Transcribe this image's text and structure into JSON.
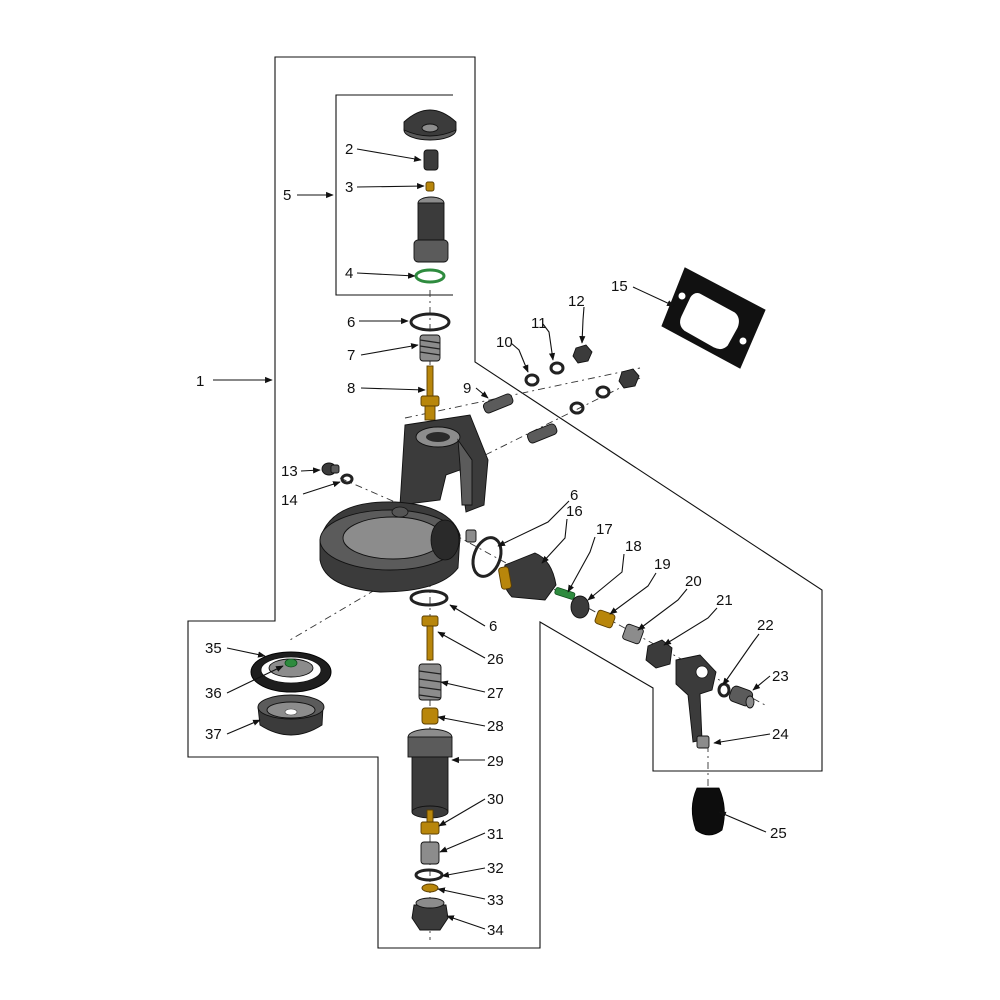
{
  "colors": {
    "ink": "#111111",
    "body_dark": "#3b3b3b",
    "body_mid": "#5b5b5b",
    "body_light": "#8c8c8c",
    "brass": "#b8860b",
    "oring_green": "#2e8b3e"
  },
  "callouts": [
    {
      "id": "1",
      "text": "1"
    },
    {
      "id": "2",
      "text": "2"
    },
    {
      "id": "3",
      "text": "3"
    },
    {
      "id": "4",
      "text": "4"
    },
    {
      "id": "5",
      "text": "5"
    },
    {
      "id": "6a",
      "text": "6"
    },
    {
      "id": "6b",
      "text": "6"
    },
    {
      "id": "6c",
      "text": "6"
    },
    {
      "id": "7",
      "text": "7"
    },
    {
      "id": "8",
      "text": "8"
    },
    {
      "id": "9",
      "text": "9"
    },
    {
      "id": "10",
      "text": "10"
    },
    {
      "id": "11",
      "text": "11"
    },
    {
      "id": "12",
      "text": "12"
    },
    {
      "id": "13",
      "text": "13"
    },
    {
      "id": "14",
      "text": "14"
    },
    {
      "id": "15",
      "text": "15"
    },
    {
      "id": "16",
      "text": "16"
    },
    {
      "id": "17",
      "text": "17"
    },
    {
      "id": "18",
      "text": "18"
    },
    {
      "id": "19",
      "text": "19"
    },
    {
      "id": "20",
      "text": "20"
    },
    {
      "id": "21",
      "text": "21"
    },
    {
      "id": "22",
      "text": "22"
    },
    {
      "id": "23",
      "text": "23"
    },
    {
      "id": "24",
      "text": "24"
    },
    {
      "id": "25",
      "text": "25"
    },
    {
      "id": "26",
      "text": "26"
    },
    {
      "id": "27",
      "text": "27"
    },
    {
      "id": "28",
      "text": "28"
    },
    {
      "id": "29",
      "text": "29"
    },
    {
      "id": "30",
      "text": "30"
    },
    {
      "id": "31",
      "text": "31"
    },
    {
      "id": "32",
      "text": "32"
    },
    {
      "id": "33",
      "text": "33"
    },
    {
      "id": "34",
      "text": "34"
    },
    {
      "id": "35",
      "text": "35"
    },
    {
      "id": "36",
      "text": "36"
    },
    {
      "id": "37",
      "text": "37"
    }
  ]
}
